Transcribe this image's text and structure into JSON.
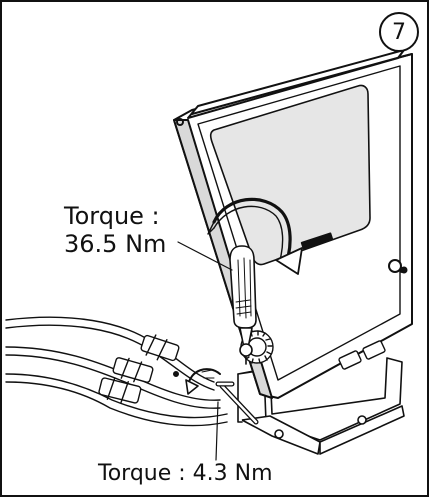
{
  "step": {
    "number": "7"
  },
  "annotations": {
    "torque_screwdriver_line1": "Torque :",
    "torque_screwdriver_line2": "36.5 Nm",
    "torque_wrench": "Torque : 4.3 Nm"
  },
  "colors": {
    "ink": "#111111",
    "paper": "#ffffff",
    "shade": "#d9d9d9",
    "glass": "#e6e6e6"
  },
  "icons": [
    "screwdriver-icon",
    "hex-key-icon",
    "rotation-arrow-icon"
  ]
}
